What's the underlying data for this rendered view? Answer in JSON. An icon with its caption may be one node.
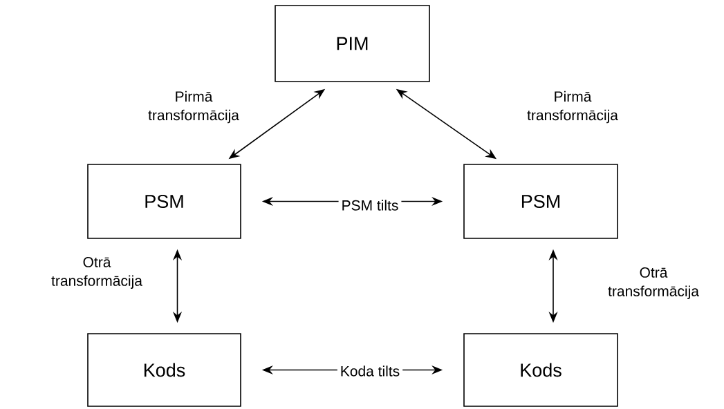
{
  "diagram": {
    "nodes": [
      {
        "text": [
          "PIM"
        ]
      },
      {
        "text": [
          "PSM"
        ]
      },
      {
        "text": [
          "PSM"
        ]
      },
      {
        "text": [
          "Kods"
        ]
      },
      {
        "text": [
          "Kods"
        ]
      }
    ],
    "edges": [
      {
        "from": 0,
        "to": 1,
        "arrow": "both",
        "label": "Pirmā transformācija"
      },
      {
        "from": 0,
        "to": 2,
        "arrow": "both",
        "label": "Pirmā transformācija"
      },
      {
        "from": 1,
        "to": 2,
        "arrow": "both",
        "label": "PSM tilts"
      },
      {
        "from": 1,
        "to": 3,
        "arrow": "both",
        "label": "Otrā transformācija"
      },
      {
        "from": 2,
        "to": 4,
        "arrow": "both",
        "label": "Otrā transformācija"
      },
      {
        "from": 3,
        "to": 4,
        "arrow": "both",
        "label": "Koda tilts"
      }
    ]
  }
}
